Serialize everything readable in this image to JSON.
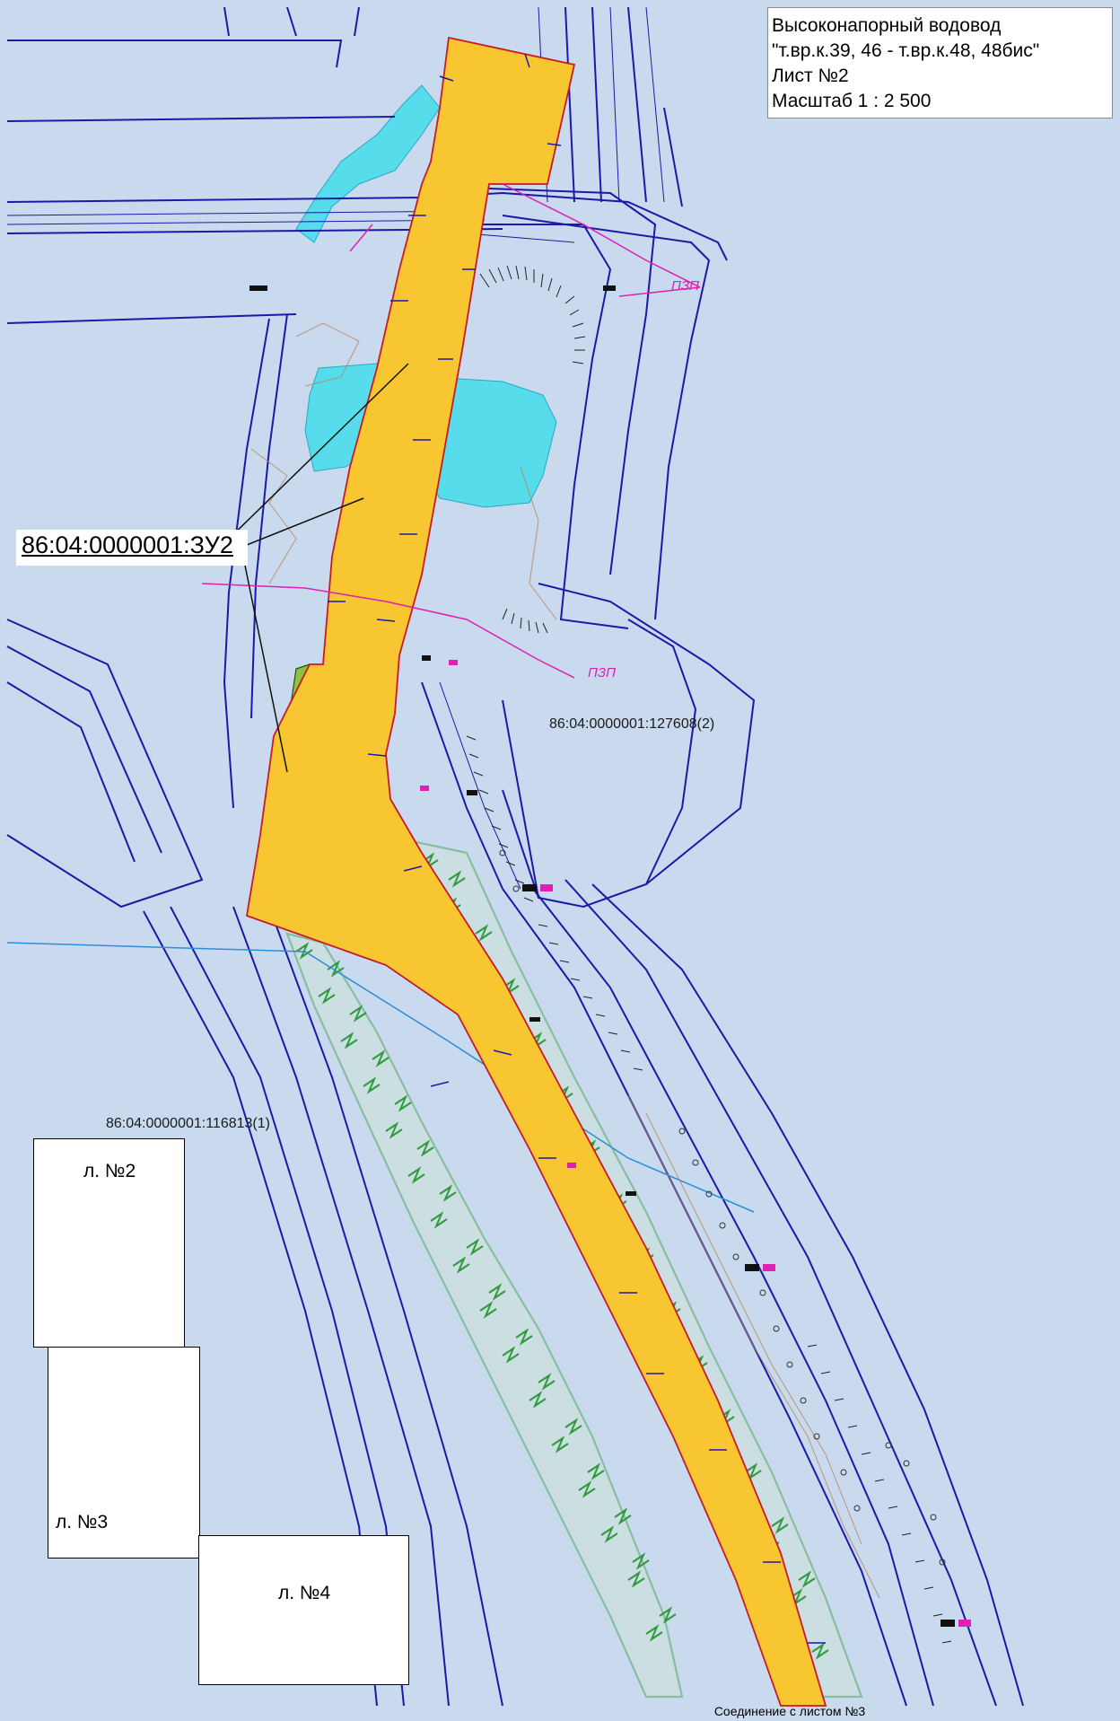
{
  "title": {
    "line1": "Высоконапорный водовод",
    "line2": "\"т.вр.к.39, 46 - т.вр.к.48, 48бис\"",
    "line3": "Лист №2",
    "line4": "Масштаб 1 : 2 500"
  },
  "parcels": {
    "zu": "86:04:0000001:ЗУ2",
    "parcel_a": "86:04:0000001:127608(2)",
    "parcel_b": "86:04:0000001:116813(1)"
  },
  "zone_labels": {
    "pzp_1": "ПЗП",
    "pzp_2": "ПЗП"
  },
  "inset": {
    "sheet_2": "л. №2",
    "sheet_3": "л. №3",
    "sheet_4": "л. №4"
  },
  "footer": {
    "connection": "Соединение с листом №3"
  },
  "colors": {
    "background": "#c9d9ee",
    "corridor": "#f8c630",
    "water": "#57dcec",
    "vegetation": "#8bc53f",
    "lines": "#1a1aa6",
    "zone_boundary": "#e01fb4",
    "inset_route": "#e0453a"
  }
}
